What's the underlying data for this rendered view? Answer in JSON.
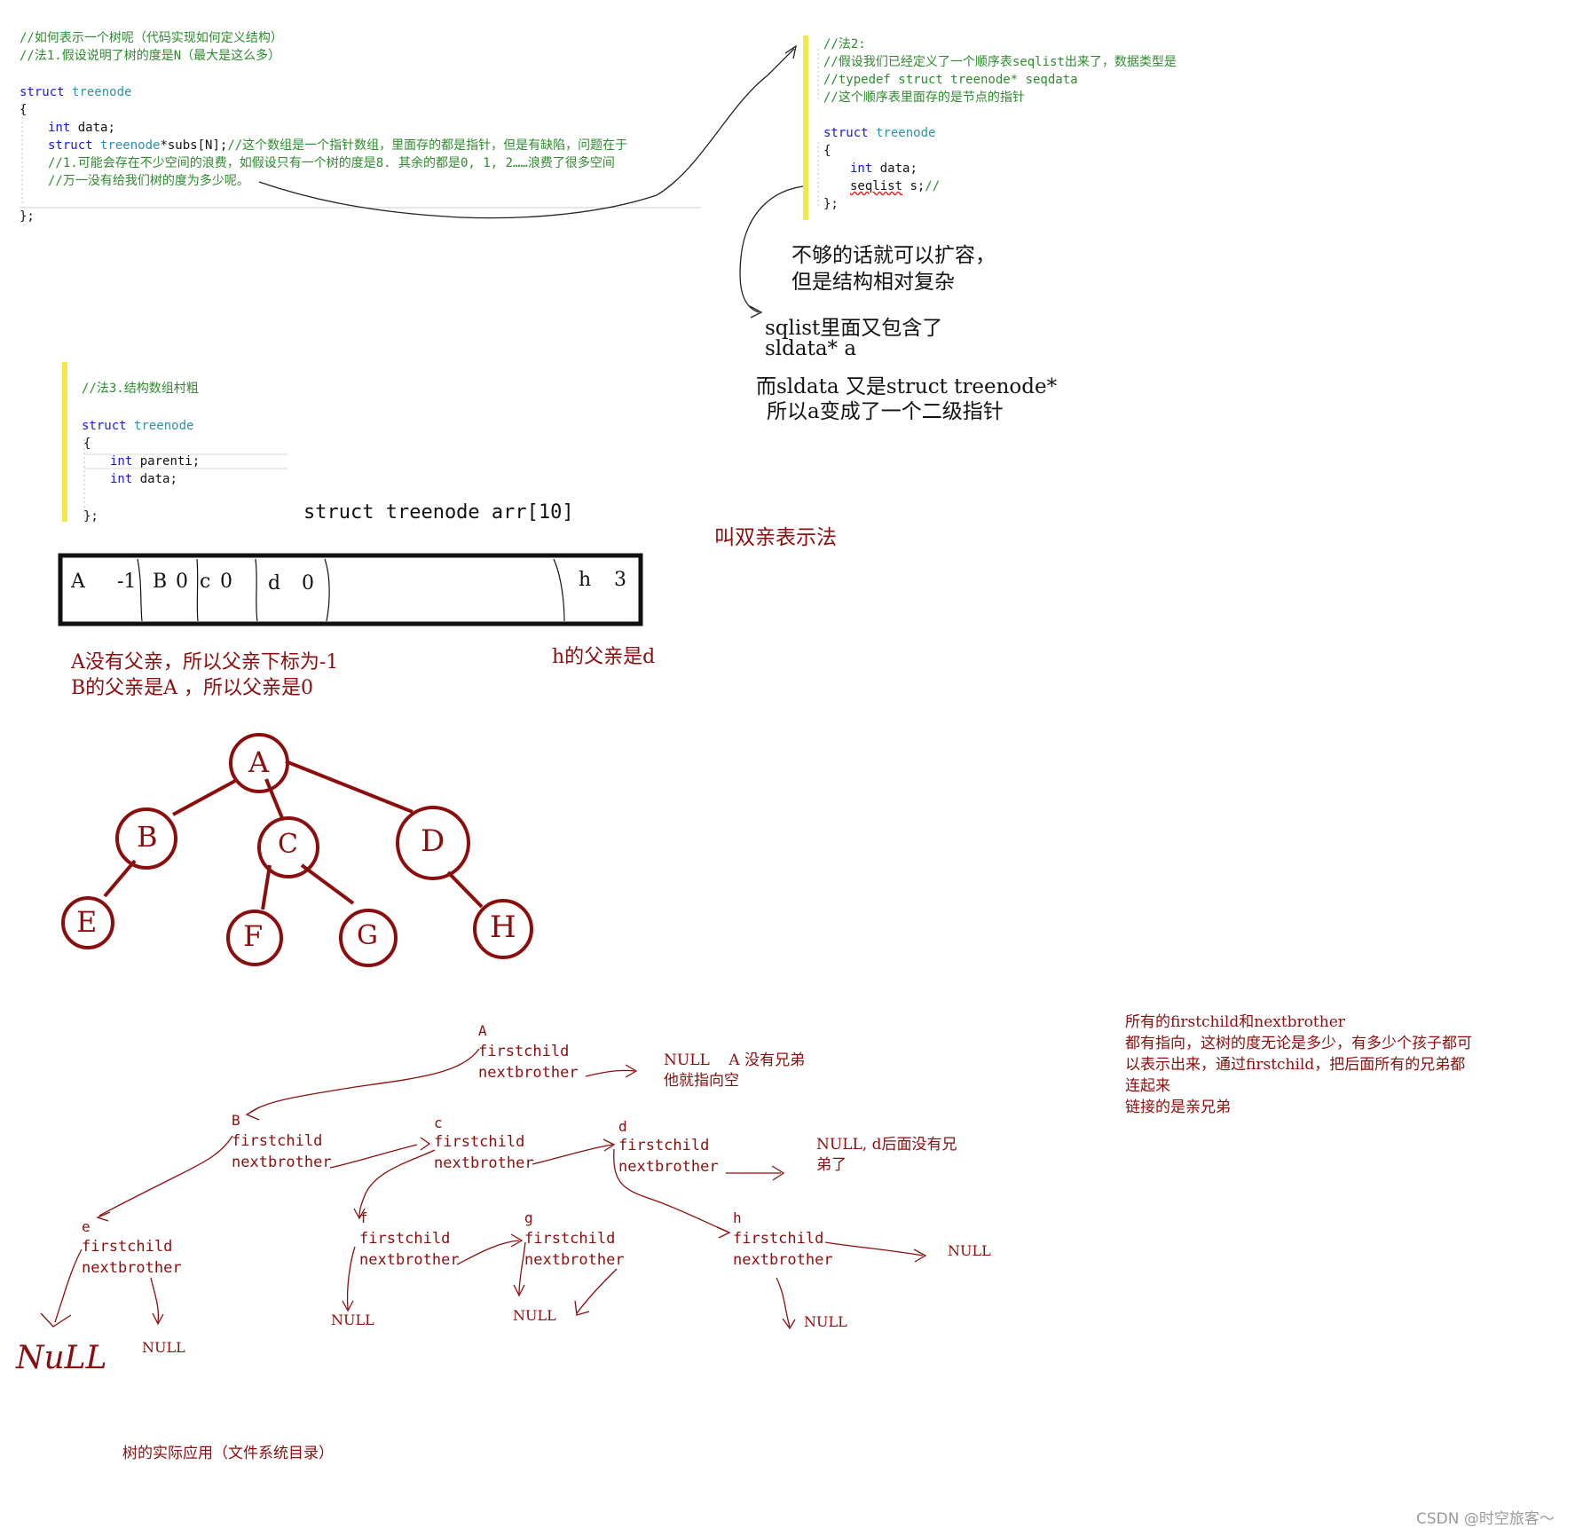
{
  "code1": {
    "c1": "//如何表示一个树呢（代码实现如何定义结构）",
    "c2": "//法1.假设说明了树的度是N（最大是这么多）",
    "kw_struct": "struct",
    "ty_treenode": "treenode",
    "brace_open": "{",
    "kw_int": "int",
    "f_data": " data;",
    "kw_struct2": "struct",
    "ty_treenode2": "treenode",
    "f_subs": "*subs[N];",
    "c3": "//这个数组是一个指针数组，里面存的都是指针，但是有缺陷，问题在于",
    "c4": "//1.可能会存在不少空间的浪费，如假设只有一个树的度是8. 其余的都是0, 1, 2……浪费了很多空间",
    "c5": "//万一没有给我们树的度为多少呢。",
    "brace_close": "};"
  },
  "code2": {
    "c1": "//法2:",
    "c2": "//假设我们已经定义了一个顺序表seqlist出来了，数据类型是",
    "c3": "//typedef struct treenode* seqdata",
    "c4": "//这个顺序表里面存的是节点的指针",
    "kw_struct": "struct",
    "ty_treenode": "treenode",
    "brace_open": "{",
    "kw_int": "int",
    "f_data": " data;",
    "f_seqlist": "seqlist",
    "f_s": " s;",
    "c5": "//",
    "brace_close": "};"
  },
  "notes2": {
    "n1": "不够的话就可以扩容，",
    "n2": "但是结构相对复杂",
    "n3": "sqlist里面又包含了",
    "n4": "sldata* a",
    "n5": "而sldata 又是struct treenode*",
    "n6": "所以a变成了一个二级指针"
  },
  "code3": {
    "c1": "//法3.结构数组村粗",
    "kw_struct": "struct",
    "ty_treenode": "treenode",
    "brace_open": "{",
    "kw_int": "int",
    "f_parenti": " parenti;",
    "kw_int2": "int",
    "f_data": " data;",
    "brace_close": "};"
  },
  "arr_label": "struct treenode arr[10]",
  "parent_method": "叫双亲表示法",
  "array_cells": [
    {
      "name": "A",
      "parent": "-1"
    },
    {
      "name": "B",
      "parent": "0"
    },
    {
      "name": "c",
      "parent": "0"
    },
    {
      "name": "d",
      "parent": "0"
    },
    {
      "name": "h",
      "parent": "3"
    }
  ],
  "array_notes": {
    "n1": "A没有父亲，所以父亲下标为-1",
    "n2": "B的父亲是A ，所以父亲是0",
    "n3": "h的父亲是d"
  },
  "tree": {
    "nodes": [
      "A",
      "B",
      "C",
      "D",
      "E",
      "F",
      "G",
      "H"
    ]
  },
  "lcrs": {
    "A": "A",
    "B": "B",
    "c": "c",
    "d": "d",
    "e": "e",
    "f": "f",
    "g": "g",
    "h": "h",
    "firstchild": "firstchild",
    "nextbrother": "nextbrother",
    "null": "NULL",
    "a_note1": "NULL    A 没有兄弟",
    "a_note2": "他就指向空",
    "d_note1": "NULL, d后面没有兄",
    "d_note2": "弟了",
    "null_hand": "NuLL"
  },
  "summary": {
    "l1": "所有的firstchild和nextbrother",
    "l2": "都有指向，这树的度无论是多少，有多少个孩子都可",
    "l3": "以表示出来，通过firstchild，把后面所有的兄弟都",
    "l4": "连起来",
    "l5": "链接的是亲兄弟"
  },
  "application": "树的实际应用（文件系统目录）",
  "watermark": "CSDN @时空旅客～",
  "colors": {
    "ink": "#8b0e0e",
    "comment": "#2e8b2e",
    "keyword": "#1a1ad6",
    "type": "#2b91af",
    "highlight": "#f2e84a"
  }
}
